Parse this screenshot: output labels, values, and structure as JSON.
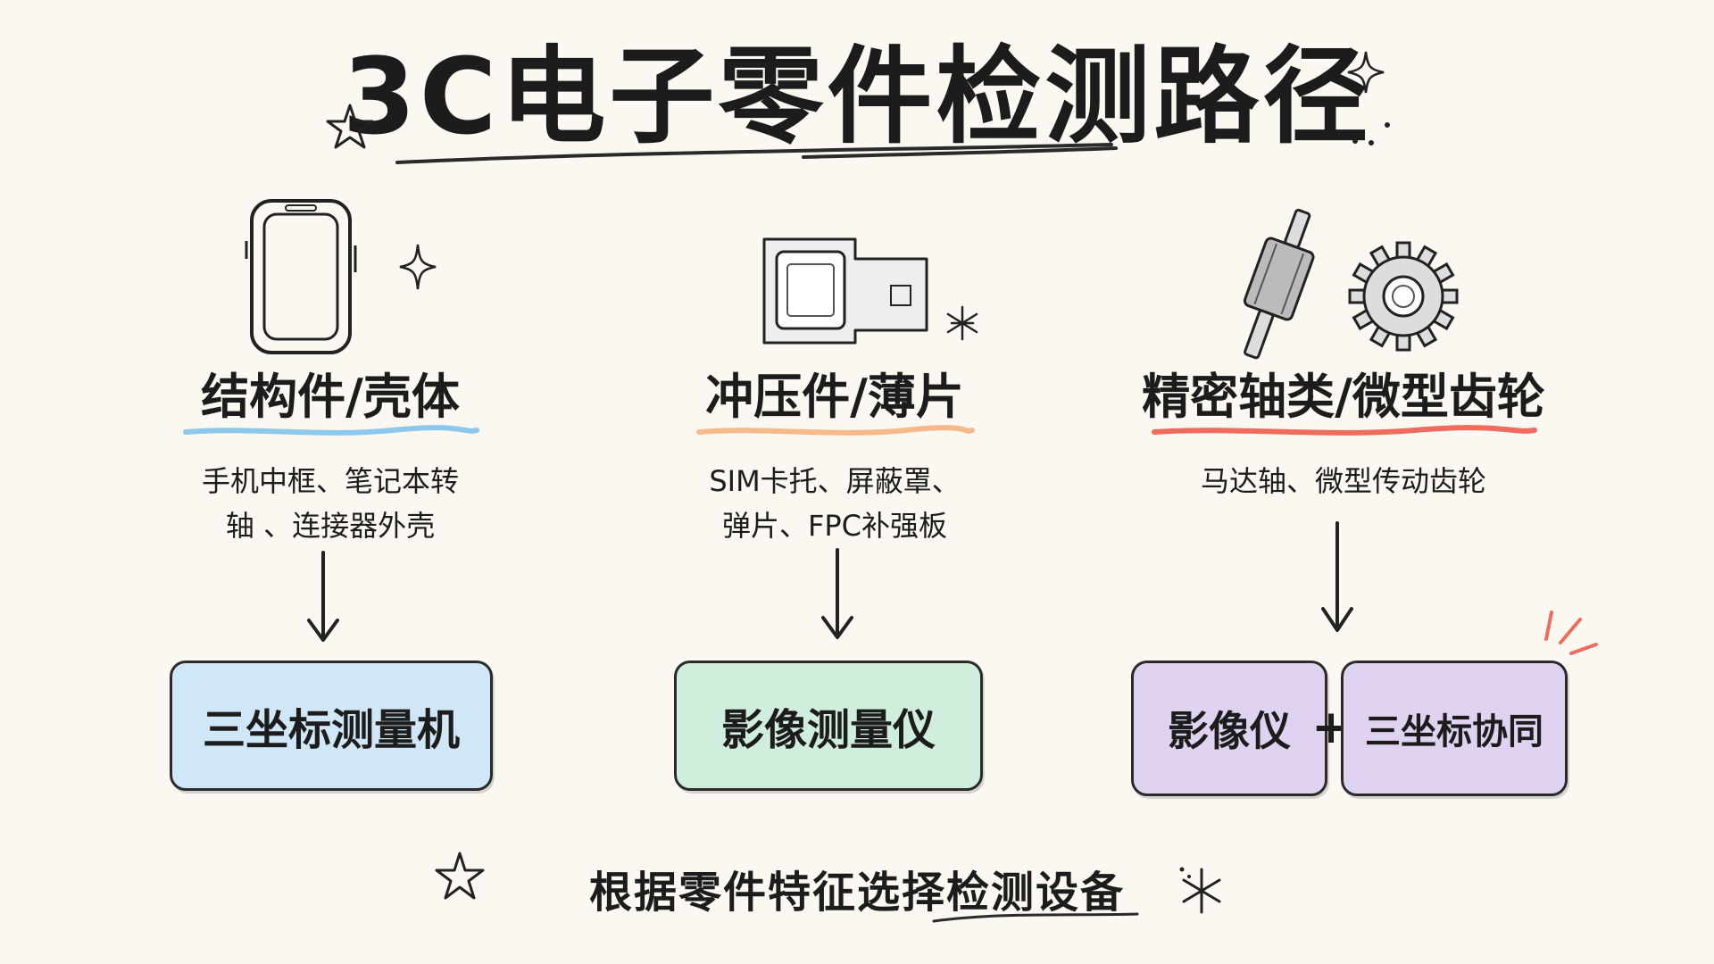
{
  "title": "3C电子零件检测路径",
  "columns": [
    {
      "category": "结构件/壳体",
      "examples_line1": "手机中框、笔记本转",
      "examples_line2": "轴 、连接器外壳",
      "device": "三坐标测量机"
    },
    {
      "category": "冲压件/薄片",
      "examples_line1": "SIM卡托、屏蔽罩、",
      "examples_line2": "弹片、FPC补强板",
      "device": "影像测量仪"
    },
    {
      "category": "精密轴类/微型齿轮",
      "examples_line1": "马达轴、微型传动齿轮",
      "examples_line2": "",
      "device_a": "影像仪",
      "plus": "+",
      "device_b": "三坐标协同"
    }
  ],
  "footer": "根据零件特征选择检测设备",
  "colors": {
    "background": "#fbf8f1",
    "underline_1": "#8cc8ec",
    "underline_2": "#f5b98a",
    "underline_3": "#ef6b5e",
    "box_1": "#cfe7f7",
    "box_2": "#cfeedc",
    "box_3": "#e0d3f2",
    "accent_marks": "#ef6b5e"
  }
}
